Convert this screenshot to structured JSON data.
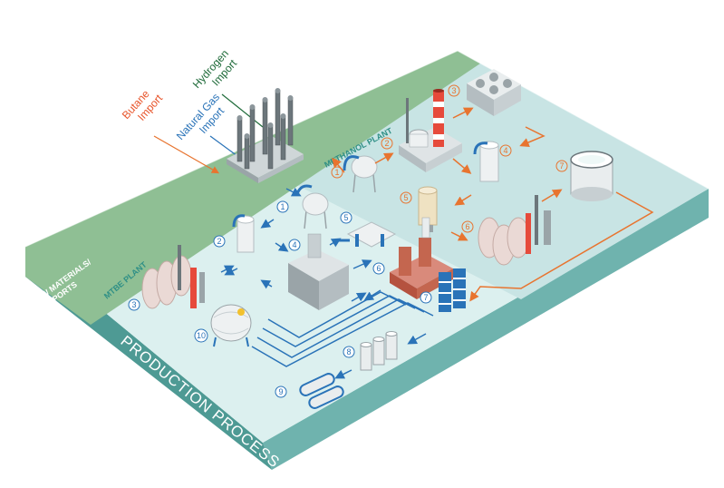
{
  "imports": {
    "butane": {
      "line1": "Butane",
      "line2": "Import"
    },
    "natural_gas": {
      "line1": "Natural Gas",
      "line2": "Import"
    },
    "hydrogen": {
      "line1": "Hydrogen",
      "line2": "Import"
    }
  },
  "zones": {
    "raw_materials": {
      "line1": "RAW MATERIALS/",
      "line2": "IMPORTS"
    },
    "production_process": "PRODUCTION PROCESS",
    "methanol_plant": "METHANOL PLANT",
    "mtbe_plant": "MTBE PLANT"
  },
  "methanol_steps": [
    "1",
    "2",
    "3",
    "4",
    "5",
    "6",
    "7"
  ],
  "mtbe_steps": [
    "1",
    "2",
    "3",
    "4",
    "5",
    "6",
    "7",
    "8",
    "9",
    "10"
  ],
  "colors": {
    "green_band": "#8fbf94",
    "methanol_floor": "#c8e4e4",
    "mtbe_floor": "#dcf0ef",
    "slab_side": "#6fb3ae",
    "slab_front": "#4e9a94",
    "orange": "#e8742f",
    "blue": "#2a73b8",
    "butane_text": "#e8542a",
    "natural_gas_text": "#2a73b8",
    "hydrogen_text": "#1f6b3a"
  }
}
